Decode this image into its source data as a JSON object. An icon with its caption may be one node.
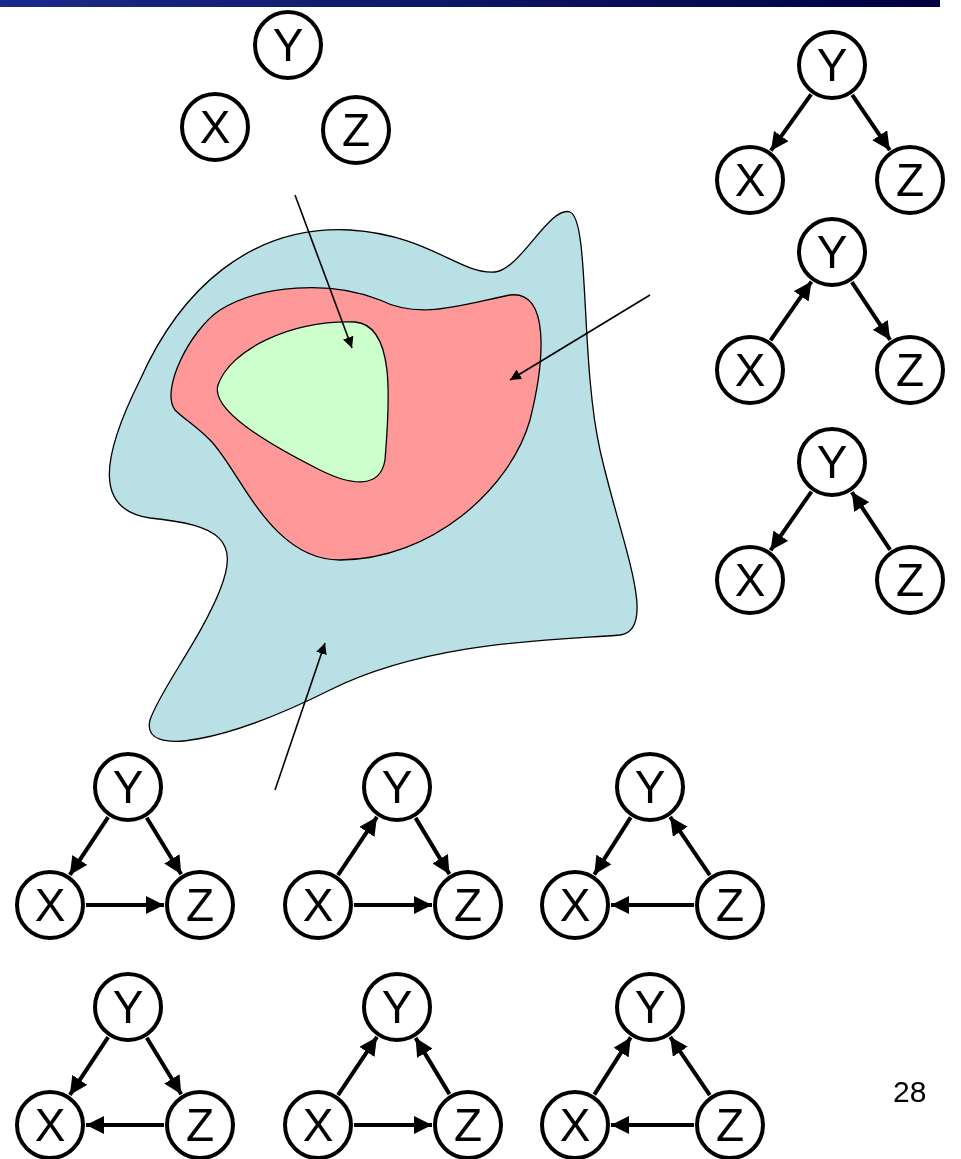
{
  "diagram": {
    "nodes": [
      {
        "text": [
          "Y"
        ]
      },
      {
        "text": [
          "X"
        ]
      },
      {
        "text": [
          "Z"
        ]
      },
      {
        "text": [
          "Y"
        ]
      },
      {
        "text": [
          "X"
        ]
      },
      {
        "text": [
          "Z"
        ]
      },
      {
        "text": [],
        "shape": "cloud"
      },
      {
        "text": [],
        "shape": "cloud",
        "in": 6
      },
      {
        "text": [],
        "shape": "cloud",
        "in": 7
      },
      {
        "text": [
          "Y"
        ]
      },
      {
        "text": [
          "X"
        ]
      },
      {
        "text": [
          "Z"
        ]
      },
      {
        "text": [
          "Y"
        ]
      },
      {
        "text": [
          "X"
        ]
      },
      {
        "text": [
          "Z"
        ]
      },
      {
        "text": [
          "Y"
        ]
      },
      {
        "text": [
          "X"
        ]
      },
      {
        "text": [
          "Z"
        ]
      },
      {
        "text": [
          "Y"
        ]
      },
      {
        "text": [
          "X"
        ]
      },
      {
        "text": [
          "Z"
        ]
      },
      {
        "text": [
          "Y"
        ]
      },
      {
        "text": [
          "X"
        ]
      },
      {
        "text": [
          "Z"
        ]
      },
      {
        "text": [
          "Y"
        ]
      },
      {
        "text": [
          "X"
        ]
      },
      {
        "text": [
          "Z"
        ]
      },
      {
        "text": [
          "Y"
        ]
      },
      {
        "text": [
          "X"
        ]
      },
      {
        "text": [
          "Z"
        ]
      },
      {
        "text": [
          "Y"
        ]
      },
      {
        "text": [
          "X"
        ]
      },
      {
        "text": [
          "Z"
        ]
      }
    ],
    "edges": [
      {
        "from": 3,
        "to": 4,
        "arrow": "to"
      },
      {
        "from": 3,
        "to": 5,
        "arrow": "to"
      },
      {
        "from": null,
        "to": 8,
        "arrow": "to"
      },
      {
        "from": null,
        "to": 7,
        "arrow": "to"
      },
      {
        "from": 10,
        "to": 9,
        "arrow": "to"
      },
      {
        "from": 9,
        "to": 11,
        "arrow": "to"
      },
      {
        "from": 12,
        "to": 13,
        "arrow": "to"
      },
      {
        "from": 14,
        "to": 12,
        "arrow": "to"
      },
      {
        "from": null,
        "to": 6,
        "arrow": "to"
      },
      {
        "from": 15,
        "to": 16,
        "arrow": "to"
      },
      {
        "from": 15,
        "to": 17,
        "arrow": "to"
      },
      {
        "from": 16,
        "to": 17,
        "arrow": "to"
      },
      {
        "from": 19,
        "to": 18,
        "arrow": "to"
      },
      {
        "from": 18,
        "to": 20,
        "arrow": "to"
      },
      {
        "from": 19,
        "to": 20,
        "arrow": "to"
      },
      {
        "from": 21,
        "to": 22,
        "arrow": "to"
      },
      {
        "from": 23,
        "to": 21,
        "arrow": "to"
      },
      {
        "from": 23,
        "to": 22,
        "arrow": "to"
      },
      {
        "from": 24,
        "to": 25,
        "arrow": "to"
      },
      {
        "from": 24,
        "to": 26,
        "arrow": "to"
      },
      {
        "from": 26,
        "to": 25,
        "arrow": "to"
      },
      {
        "from": 28,
        "to": 27,
        "arrow": "to"
      },
      {
        "from": 29,
        "to": 27,
        "arrow": "to"
      },
      {
        "from": 28,
        "to": 29,
        "arrow": "to"
      },
      {
        "from": 31,
        "to": 30,
        "arrow": "to"
      },
      {
        "from": 32,
        "to": 30,
        "arrow": "to"
      },
      {
        "from": 32,
        "to": 31,
        "arrow": "to"
      }
    ],
    "labels": [
      "28"
    ]
  }
}
